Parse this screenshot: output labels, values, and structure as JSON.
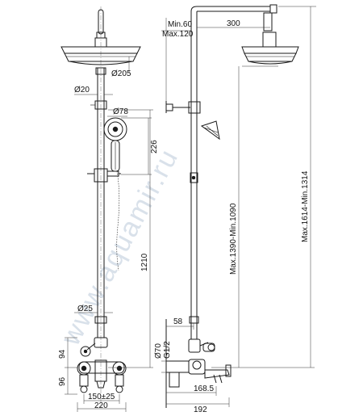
{
  "watermark": "www.aquamir.ru",
  "dimensions": {
    "head_diameter": "Ø205",
    "pipe_diameter_top": "Ø20",
    "hand_shower_diameter": "Ø78",
    "hand_shower_length": "226",
    "pipe_diameter_bottom": "Ø25",
    "column_height": "1210",
    "mixer_upper": "94",
    "mixer_lower": "96",
    "wall_centers": "150±25",
    "mixer_width_front": "220",
    "arm_min": "Min.60",
    "arm_max": "Max.120",
    "arm_reach": "300",
    "height_range_head": "Max.1390-Min.1090",
    "height_range_total": "Max.1614-Min.1314",
    "wall_offset": "58",
    "eccentric_diameter": "Ø70",
    "thread": "G1/2",
    "spout_reach": "168.5",
    "side_depth": "192"
  },
  "colors": {
    "line": "#1a1a1a",
    "watermark": "#d9e1ea"
  }
}
